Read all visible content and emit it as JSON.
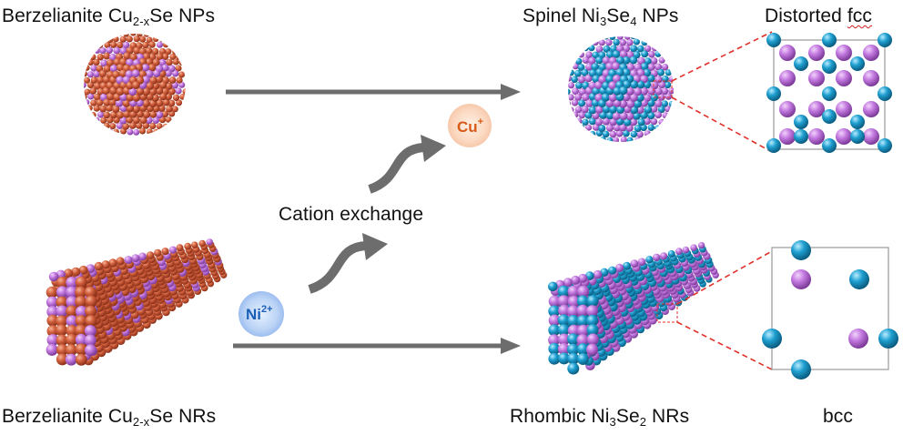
{
  "labels": {
    "cu_nps": {
      "pre": "Berzelianite Cu",
      "sub": "2-x",
      "post": "Se NPs"
    },
    "ni_nps": {
      "pre": "Spinel Ni",
      "sub1": "3",
      "mid": "Se",
      "sub2": "4",
      "post": " NPs"
    },
    "fcc": {
      "pre": "Distorted ",
      "word": "fcc"
    },
    "cu_nrs": {
      "pre": "Berzelianite Cu",
      "sub": "2-x",
      "post": "Se NRs"
    },
    "ni_nrs": {
      "pre": "Rhombic Ni",
      "sub1": "3",
      "mid": "Se",
      "sub2": "2",
      "post": " NRs"
    },
    "bcc": "bcc",
    "cation_exchange": "Cation exchange"
  },
  "ions": {
    "cu": {
      "base": "Cu",
      "charge": "+"
    },
    "ni": {
      "base": "Ni",
      "charge": "2+"
    }
  },
  "colors": {
    "copper_atom": "#d4623f",
    "selenium_atom": "#c47ae0",
    "nickel_atom": "#1e9fd0",
    "arrow": "#6d6d6d",
    "dashed_line": "#e0302a",
    "cu_ion_text": "#d85a18",
    "ni_ion_text": "#1a5fb8"
  }
}
